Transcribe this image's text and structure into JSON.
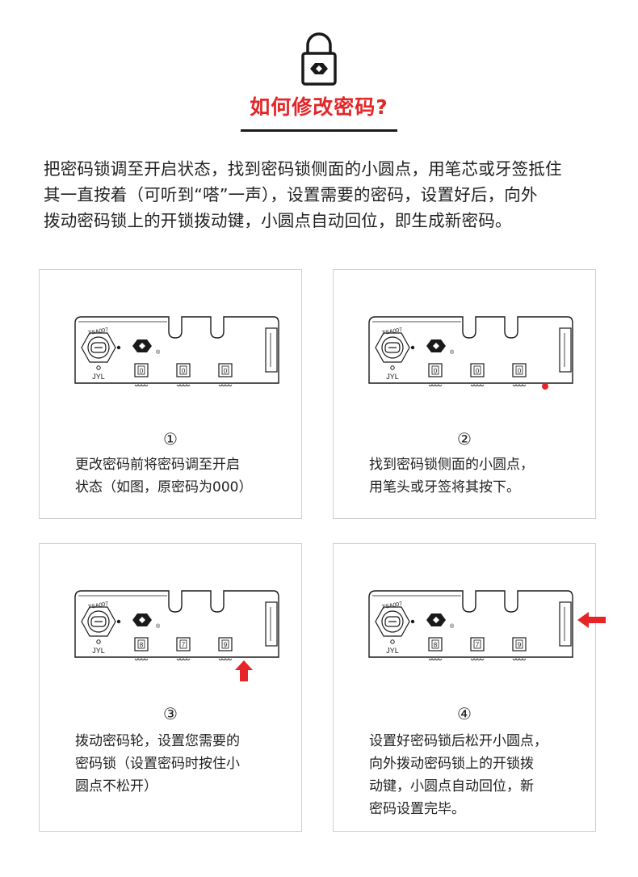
{
  "header": {
    "title": "如何修改密码?",
    "accent_color": "#e52527"
  },
  "intro": {
    "lines": [
      "把密码锁调至开启状态，找到密码锁侧面的小圆点，用笔芯或牙签抵住",
      "其一直按着（可听到“嗒”一声），设置需要的密码，设置好后，向外",
      "拨动密码锁上的开锁拨动键，小圆点自动回位，即生成新密码。"
    ]
  },
  "steps": [
    {
      "number": "①",
      "lines": [
        "更改密码前将密码调至开启",
        "状态（如图，原密码为000）"
      ],
      "digits": [
        "0",
        "0",
        "0"
      ],
      "marker": "none"
    },
    {
      "number": "②",
      "lines": [
        "找到密码锁侧面的小圆点，",
        "用笔头或牙签将其按下。"
      ],
      "digits": [
        "0",
        "0",
        "0"
      ],
      "marker": "dot"
    },
    {
      "number": "③",
      "lines": [
        "拨动密码轮，设置您需要的",
        "密码锁（设置密码时按住小",
        "圆点不松开）"
      ],
      "digits": [
        "8",
        "7",
        "9"
      ],
      "marker": "arrow-up"
    },
    {
      "number": "④",
      "lines": [
        "设置好密码锁后松开小圆点，",
        "向外拨动密码锁上的开锁拨",
        "动键，小圆点自动回位，新",
        "密码设置完毕。"
      ],
      "digits": [
        "8",
        "7",
        "9"
      ],
      "marker": "arrow-left"
    }
  ],
  "device": {
    "dial_text": "TSA007",
    "brand_text": "JYL",
    "registered_mark": "®"
  }
}
